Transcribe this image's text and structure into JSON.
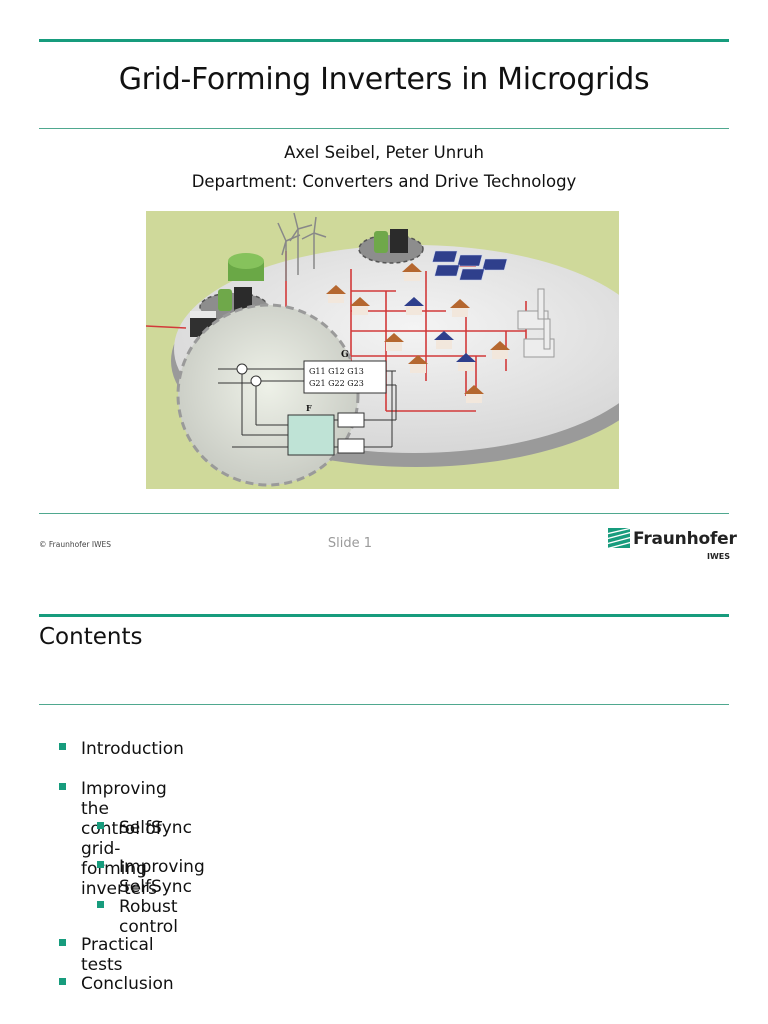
{
  "slide1": {
    "title": "Grid-Forming Inverters in Microgrids",
    "authors": "Axel Seibel, Peter Unruh",
    "department": "Department: Converters and Drive Technology",
    "figure": {
      "matrix_g_label": "G",
      "matrix_f_label": "F",
      "g_row1": "G11 G12 G13",
      "g_row2": "G21 G22 G23"
    },
    "footer": {
      "copyright": "© Fraunhofer IWES",
      "slide_label": "Slide 1",
      "logo_text": "Fraunhofer",
      "logo_sub": "IWES"
    }
  },
  "slide2": {
    "title": "Contents",
    "items": [
      {
        "label": "Introduction",
        "level": 1
      },
      {
        "label": "Improving the control of grid-forming inverters",
        "level": 1
      },
      {
        "label": "SelfSync",
        "level": 2
      },
      {
        "label": "Improving SelfSync",
        "level": 2
      },
      {
        "label": "Robust control",
        "level": 2
      },
      {
        "label": "Practical tests",
        "level": 1
      },
      {
        "label": "Conclusion",
        "level": 1
      }
    ]
  },
  "colors": {
    "accent": "#179c7d",
    "figure_bg": "#cfd99a",
    "grid_line": "#d23a3a"
  }
}
